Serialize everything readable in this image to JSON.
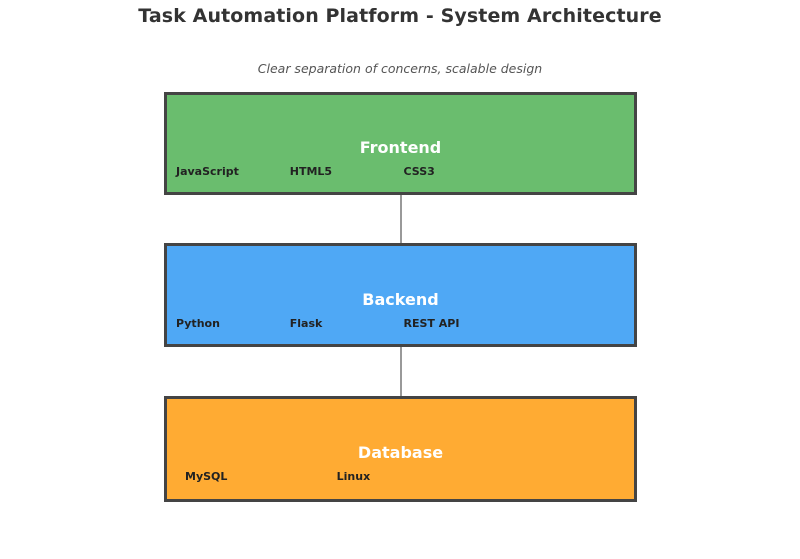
{
  "header": {
    "title": "Task Automation Platform - System Architecture",
    "subtitle": "Clear separation of concerns, scalable design"
  },
  "colors": {
    "frontend": "#6ABD6E",
    "backend": "#4FA8F5",
    "database": "#FFAB33",
    "border": "#444444",
    "connector": "#999999",
    "title_text": "#333333",
    "subtitle_text": "#555555",
    "layer_name_text": "#FFFFFF",
    "tag_text": "#222222",
    "background": "#FFFFFF"
  },
  "layers": [
    {
      "name": "Frontend",
      "color": "#6ABD6E",
      "tags": [
        "JavaScript",
        "HTML5",
        "CSS3"
      ]
    },
    {
      "name": "Backend",
      "color": "#4FA8F5",
      "tags": [
        "Python",
        "Flask",
        "REST API"
      ]
    },
    {
      "name": "Database",
      "color": "#FFAB33",
      "tags": [
        "MySQL",
        "Linux"
      ]
    }
  ],
  "connectors": [
    {
      "from": "Frontend",
      "to": "Backend"
    },
    {
      "from": "Backend",
      "to": "Database"
    }
  ]
}
